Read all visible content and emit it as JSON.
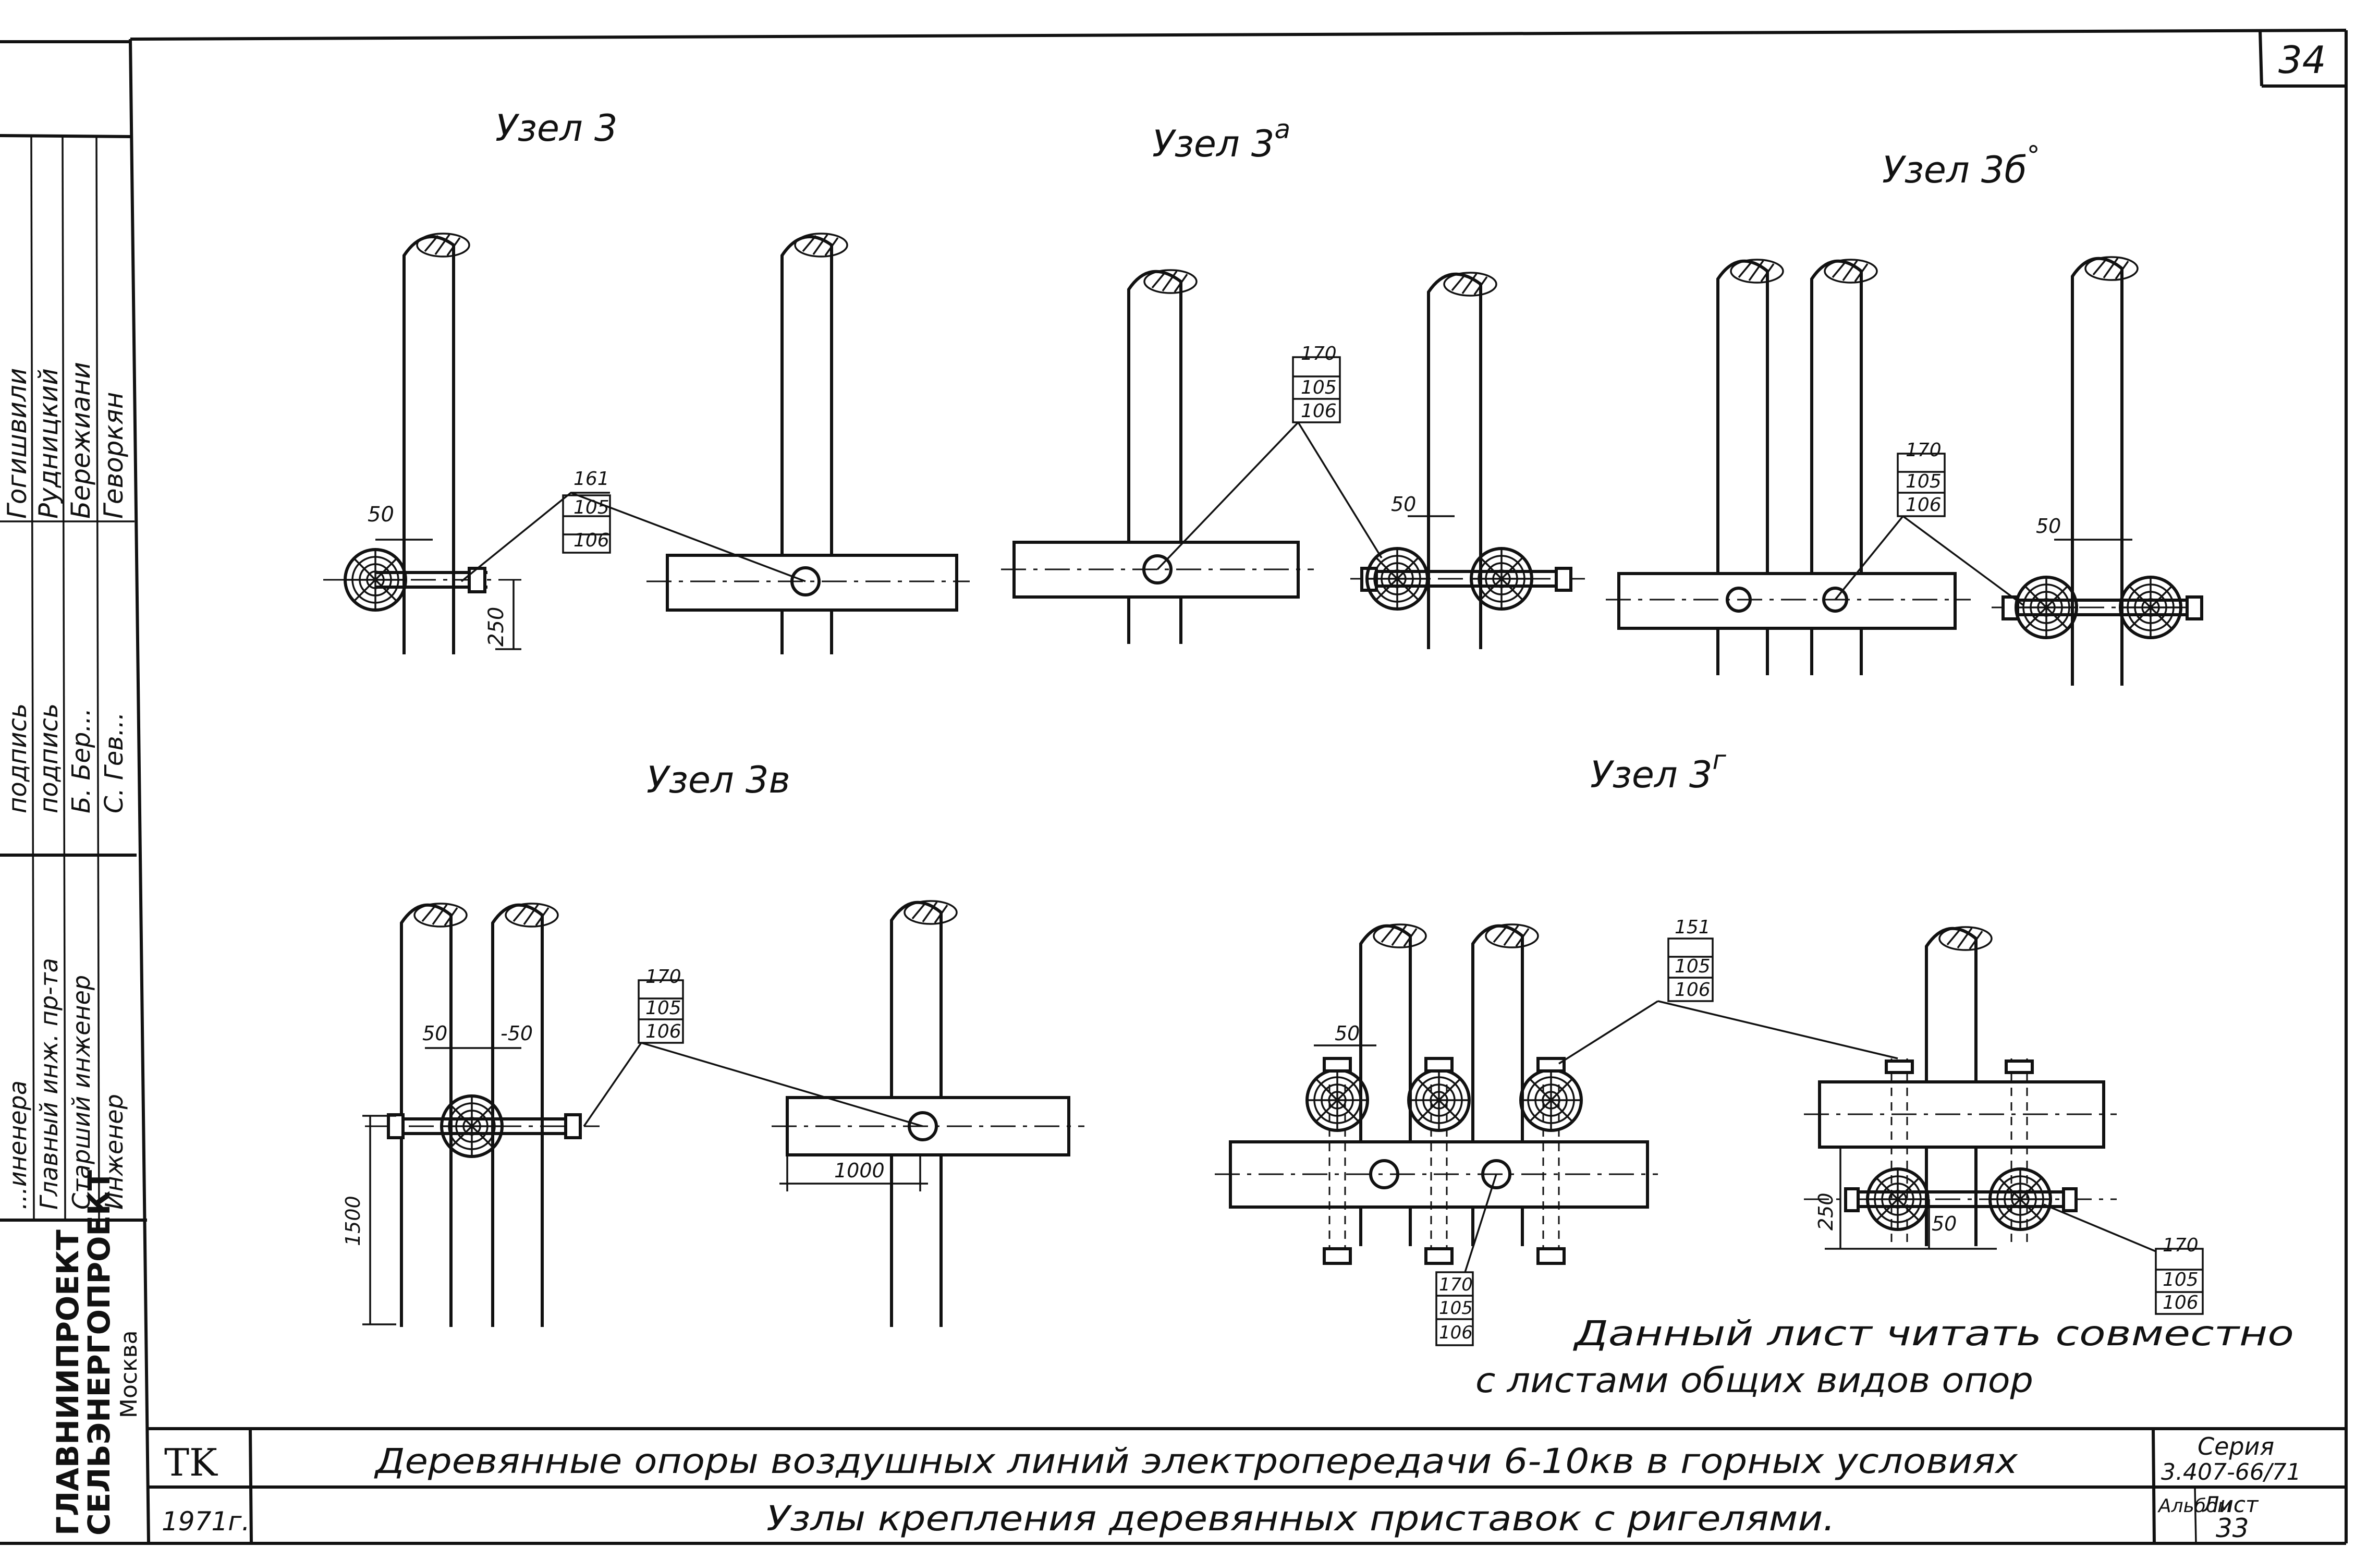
{
  "sheet": {
    "number": "34",
    "note_line1": "Данный лист читать совместно",
    "note_line2": "с листами общих видов опор",
    "title_block": {
      "left_mark": "TK",
      "year": "1971г.",
      "title": "Деревянные опоры воздушных линий электропередачи 6-10кв в горных условиях",
      "subtitle": "Узлы крепления деревянных приставок с ригелями.",
      "series_label": "Серия",
      "series_value": "3.407-66/71",
      "album_label": "Альбом",
      "sheet_label": "Лист",
      "sheet_value": "33"
    }
  },
  "side_block": {
    "org_line1": "ГЛАВНИИПРОЕКТ",
    "org_line2": "СЕЛЬЭНЕРГОПРОЕКТ",
    "org_city": "Москва",
    "roles": [
      "...иненера",
      "Главный инж. пр-та",
      "Старший инженер",
      "Инженер"
    ],
    "names": [
      "Гогишвили",
      "Рудницкий",
      "Бережиани",
      "Геворкян"
    ],
    "signatures": [
      "подпись",
      "подпись",
      "Б. Бер...",
      "С. Гев..."
    ]
  },
  "nodes": [
    {
      "title": "Узел 3"
    },
    {
      "title": "Узел 3",
      "sup": "а"
    },
    {
      "title": "Узел 3б",
      "sup": "°"
    },
    {
      "title": "Узел 3в"
    },
    {
      "title": "Узел 3",
      "sup": "г"
    }
  ],
  "callouts": {
    "c161": [
      "161",
      "105",
      "106"
    ],
    "c170": [
      "170",
      "105",
      "106"
    ],
    "c151": [
      "151",
      "105",
      "106"
    ]
  },
  "dims": {
    "d50": "50",
    "d250": "250",
    "d1500": "1500",
    "d1000": "1000",
    "dm50": "-50"
  }
}
